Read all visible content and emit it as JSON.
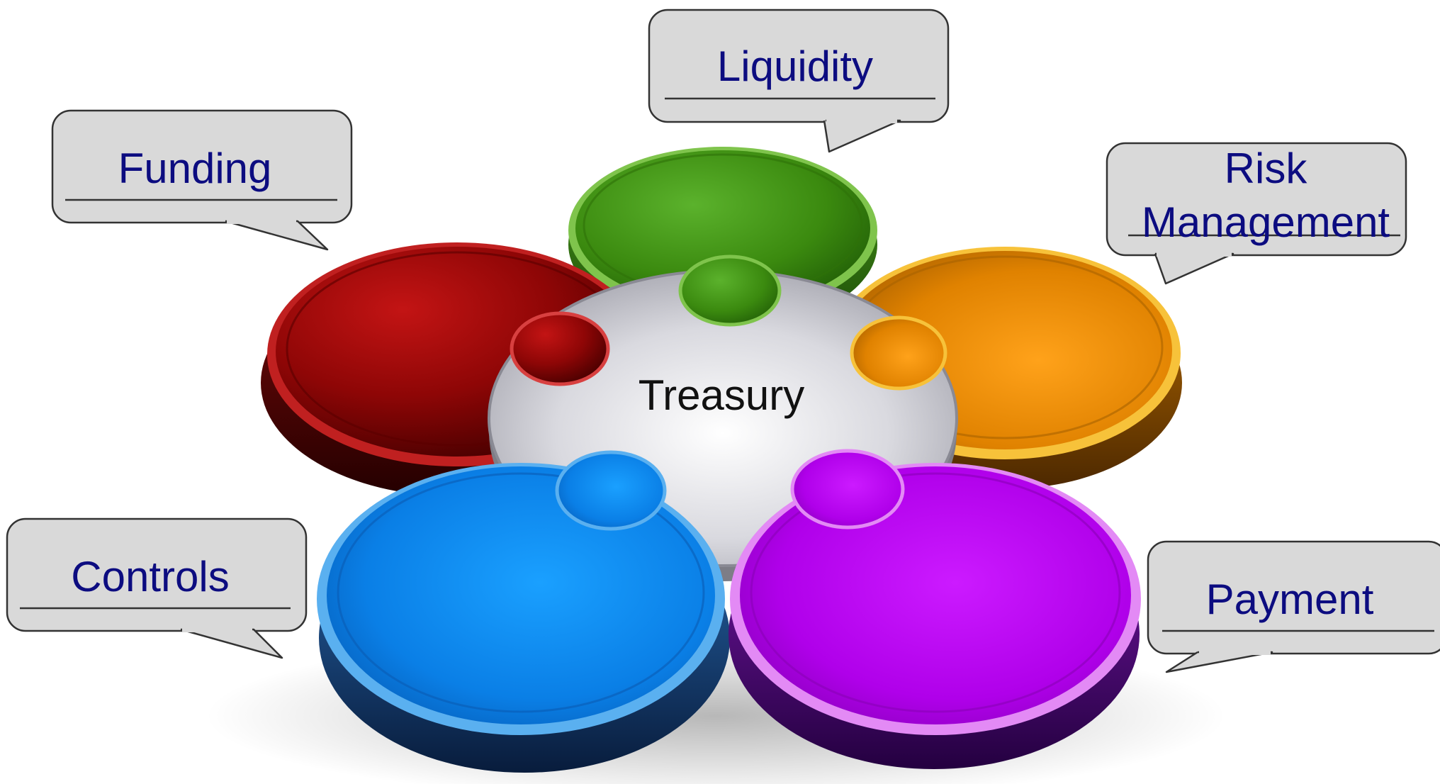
{
  "diagram": {
    "center": {
      "label": "Treasury"
    },
    "pieces": [
      {
        "id": "funding",
        "color": "#8b0000"
      },
      {
        "id": "liquidity",
        "color": "#3f8e12"
      },
      {
        "id": "risk",
        "color": "#e58700"
      },
      {
        "id": "payment",
        "color": "#b400e8"
      },
      {
        "id": "controls",
        "color": "#0b7fe5"
      }
    ],
    "callouts": {
      "liquidity": "Liquidity",
      "funding": "Funding",
      "risk_line1": "Risk",
      "risk_line2": "Management",
      "controls": "Controls",
      "payment": "Payment"
    },
    "colors": {
      "callout_fill": "#d9d9d9",
      "callout_stroke": "#333333",
      "text_navy": "#0c0c80",
      "center_fill": "#d8d8dc"
    }
  }
}
